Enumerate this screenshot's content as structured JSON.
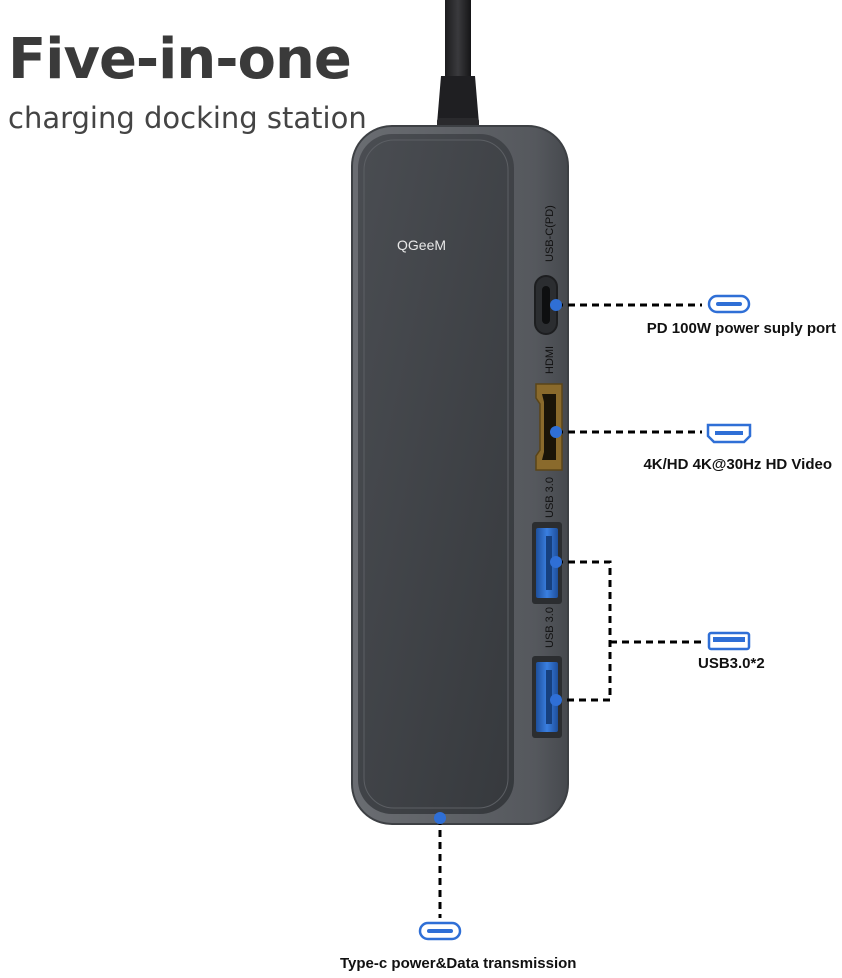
{
  "header": {
    "title": "Five-in-one",
    "subtitle": "charging docking station"
  },
  "device": {
    "brand": "QGeeM",
    "port_labels": {
      "usb_c": "USB-C(PD)",
      "hdmi": "HDMI",
      "usb3_a": "USB 3.0",
      "usb3_b": "USB 3.0"
    }
  },
  "callouts": {
    "pd": "PD 100W power suply port",
    "hdmi": "4K/HD 4K@30Hz HD Video",
    "usb": "USB3.0*2",
    "typec": "Type-c power&Data transmission"
  },
  "icons": {
    "pd": "usb-c-port-icon",
    "hdmi": "hdmi-port-icon",
    "usb": "usb-a-port-icon",
    "typec": "usb-c-port-icon"
  },
  "colors": {
    "accent": "#2f6fd6",
    "device_body": "#55585d",
    "panel": "#3f4247",
    "usb_port": "#2d6cc4",
    "hdmi_port": "#8a6a2c"
  }
}
